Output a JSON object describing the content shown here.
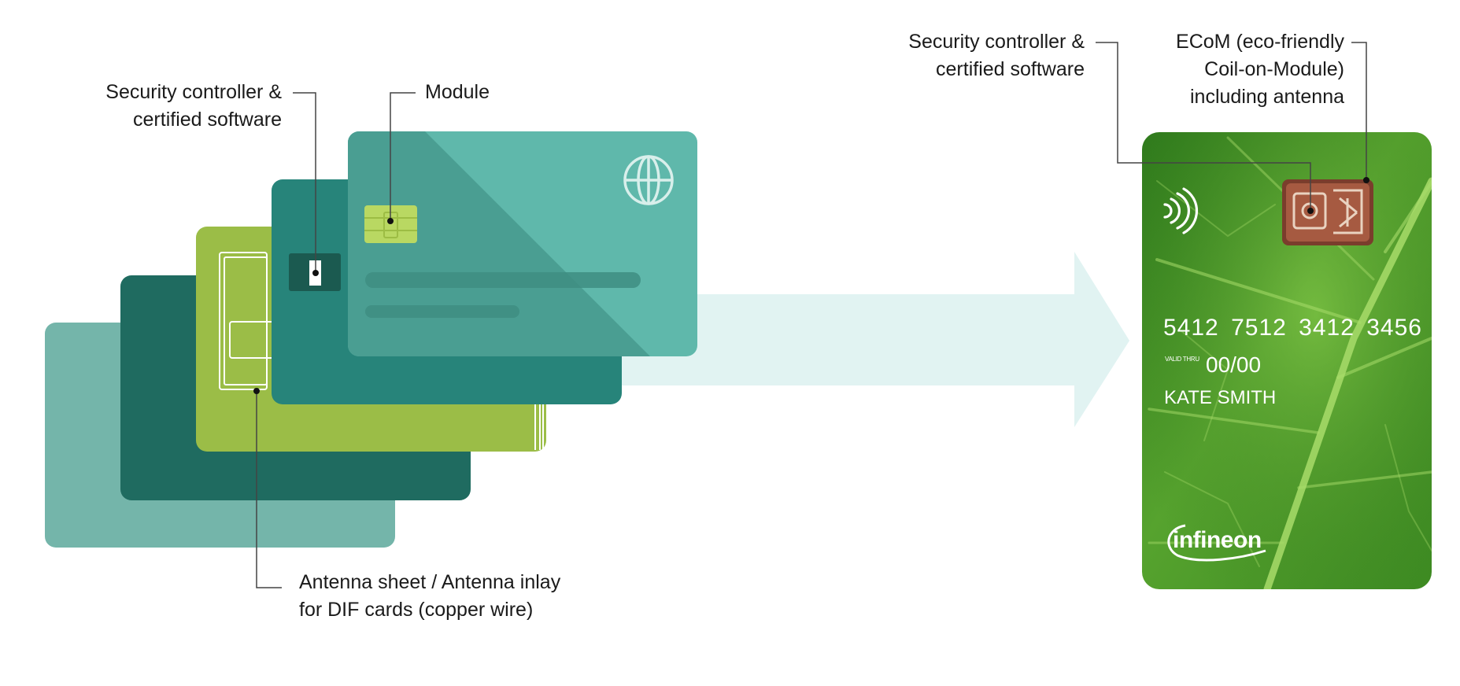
{
  "labels": {
    "left_security": [
      "Security controller &",
      "certified software"
    ],
    "module": "Module",
    "antenna": [
      "Antenna sheet / Antenna inlay",
      "for DIF cards (copper wire)"
    ],
    "right_security": [
      "Security controller &",
      "certified software"
    ],
    "ecom": [
      "ECoM (eco-friendly",
      "Coil-on-Module)",
      "including antenna"
    ]
  },
  "card": {
    "number": "5412 7512 3412 3456",
    "valid_thru_label": "VALID THRU",
    "valid_thru": "00/00",
    "holder": "KATE SMITH",
    "brand": "infineon"
  },
  "colors": {
    "layer_light_teal": "#74b5aa",
    "layer_dark_teal": "#1f6b60",
    "layer_lime": "#9bbd47",
    "layer_mid_teal": "#27847a",
    "layer_front": "#5fb8ab",
    "arrow": "#e1f3f2",
    "leaf_green": "#4f9a2c",
    "chip_lime": "#b9d862"
  },
  "icons": [
    "globe-icon",
    "contactless-icon",
    "chip-icon",
    "ecom-module-icon"
  ]
}
